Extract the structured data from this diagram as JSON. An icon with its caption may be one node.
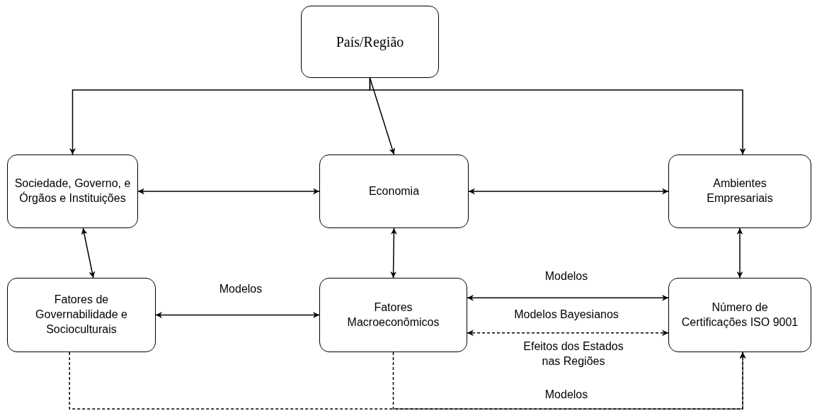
{
  "diagram": {
    "nodes": [
      {
        "text": [
          "País/Região"
        ]
      },
      {
        "text": [
          "Sociedade, Governo, e Órgãos e Instituições"
        ]
      },
      {
        "text": [
          "Economia"
        ]
      },
      {
        "text": [
          "Ambientes Empresariais"
        ]
      },
      {
        "text": [
          "Fatores de Governabilidade e Socioculturais"
        ]
      },
      {
        "text": [
          "Fatores Macroeconômicos"
        ]
      },
      {
        "text": [
          "Número de Certificações ISO 9001"
        ]
      }
    ],
    "edges": [
      {
        "from": 0,
        "to": 1,
        "arrow": "to"
      },
      {
        "from": 0,
        "to": 2,
        "arrow": "to"
      },
      {
        "from": 0,
        "to": 3,
        "arrow": "to"
      },
      {
        "from": 1,
        "to": 2,
        "arrow": "both"
      },
      {
        "from": 2,
        "to": 3,
        "arrow": "both"
      },
      {
        "from": 1,
        "to": 4,
        "arrow": "both"
      },
      {
        "from": 2,
        "to": 5,
        "arrow": "both"
      },
      {
        "from": 3,
        "to": 6,
        "arrow": "both"
      },
      {
        "from": 4,
        "to": 5,
        "arrow": "both",
        "label": "Modelos"
      },
      {
        "from": 5,
        "to": 6,
        "arrow": "both",
        "label": "Modelos"
      },
      {
        "from": 5,
        "to": 6,
        "arrow": "both",
        "label": "Modelos Bayesianos",
        "style": "dashed"
      },
      {
        "from": 4,
        "to": 6,
        "arrow": "to",
        "label": "Modelos",
        "style": "dashed"
      },
      {
        "from": 5,
        "to": 6,
        "arrow": "to",
        "style": "dashed"
      }
    ],
    "labels": [
      "Efeitos dos Estados nas Regiões"
    ]
  }
}
